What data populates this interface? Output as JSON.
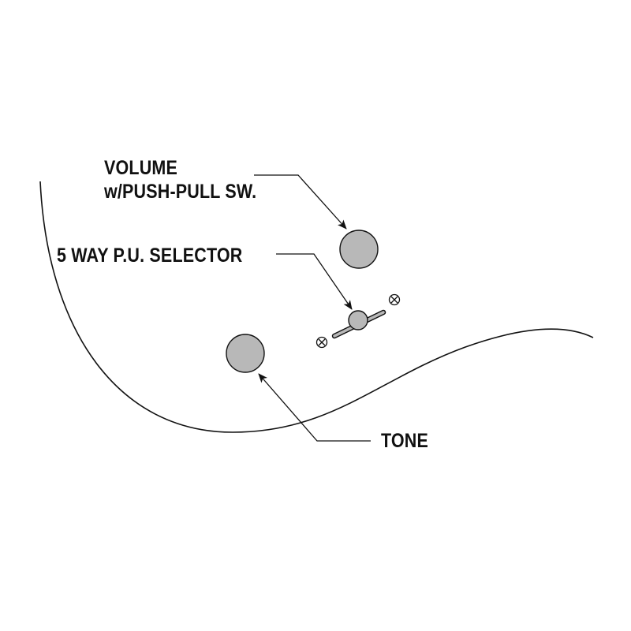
{
  "labels": {
    "volume_line1": "VOLUME",
    "volume_line2": "w/PUSH-PULL SW.",
    "selector": "5 WAY P.U. SELECTOR",
    "tone": "TONE"
  },
  "colors": {
    "outline": "#111111",
    "knob_fill": "#b8b8b8",
    "background": "#ffffff"
  }
}
